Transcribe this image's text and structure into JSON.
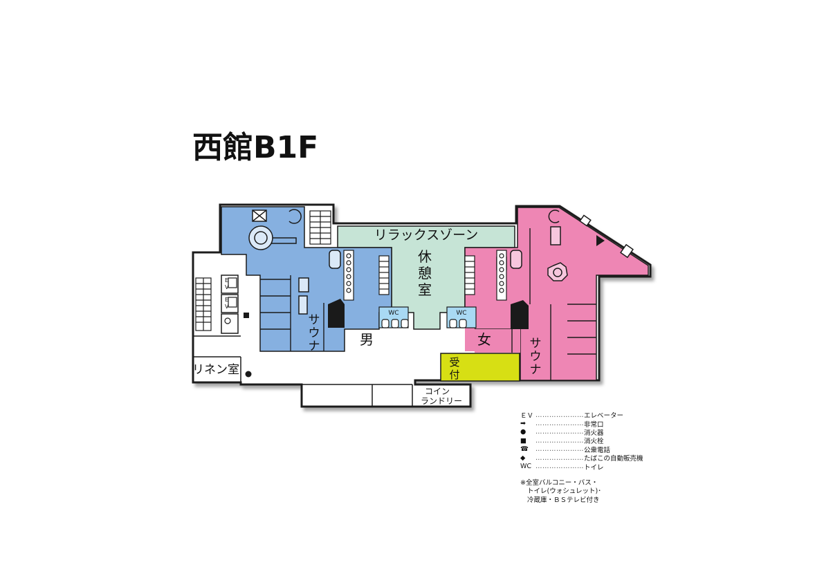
{
  "title": "西館B1F",
  "rooms": {
    "relax_zone": "リラックスゾーン",
    "rest_room": [
      "休",
      "憩",
      "室"
    ],
    "men": "男",
    "women": "女",
    "sauna_men": [
      "サ",
      "ウ",
      "ナ"
    ],
    "sauna_women": [
      "サ",
      "ウ",
      "ナ"
    ],
    "linen": "リネン室",
    "coin_laundry": [
      "コイン",
      "ランドリー"
    ],
    "reception": [
      "受",
      "付"
    ],
    "wc_left": "WC",
    "wc_right": "WC",
    "ev_upper": [
      "E",
      "V"
    ],
    "ev_lower": [
      "E",
      "V"
    ]
  },
  "colors": {
    "men": "#86b0e0",
    "women": "#ee86b4",
    "relax": "#c6e4d6",
    "reception": "#d7df14",
    "wc": "#a9d9f3",
    "wall": "#1a1a1a"
  },
  "legend": [
    {
      "key": "ＥＶ",
      "dots": "……………………",
      "label": "エレベーター"
    },
    {
      "key": "➡",
      "dots": "……………………",
      "label": "非常口"
    },
    {
      "key": "●",
      "dots": "……………………",
      "label": "消火器"
    },
    {
      "key": "■",
      "dots": "……………………",
      "label": "消火栓"
    },
    {
      "key": "☎",
      "dots": "……………………",
      "label": "公衆電話"
    },
    {
      "key": "◆",
      "dots": "……………………",
      "label": "たばこの自動販売機"
    },
    {
      "key": "WC",
      "dots": "……………………",
      "label": "トイレ"
    }
  ],
  "note": [
    "※全室バルコニー・バス・",
    "トイレ(ウォシュレット)･",
    "冷蔵庫・ＢＳテレビ付き"
  ]
}
